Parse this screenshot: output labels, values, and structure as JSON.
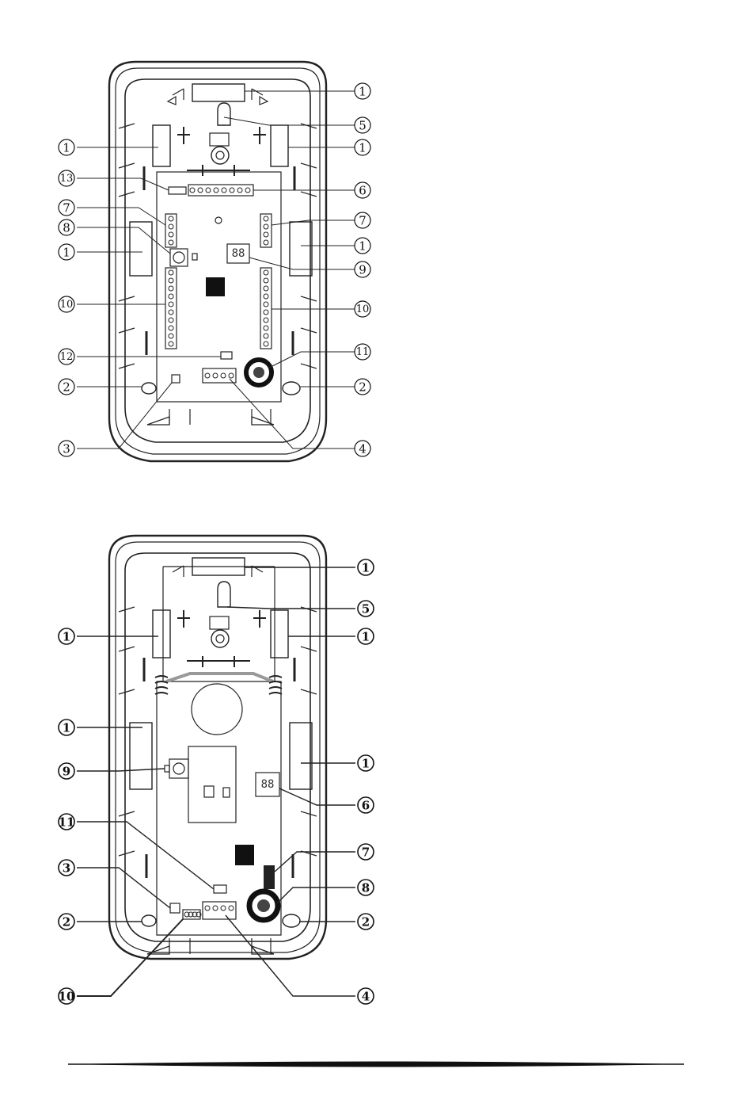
{
  "diagram1": {
    "display": "88",
    "callouts": [
      {
        "label": "1"
      },
      {
        "label": "5"
      },
      {
        "label": "1"
      },
      {
        "label": "1"
      },
      {
        "label": "13"
      },
      {
        "label": "6"
      },
      {
        "label": "7"
      },
      {
        "label": "7"
      },
      {
        "label": "8"
      },
      {
        "label": "1"
      },
      {
        "label": "1"
      },
      {
        "label": "9"
      },
      {
        "label": "10"
      },
      {
        "label": "10"
      },
      {
        "label": "12"
      },
      {
        "label": "11"
      },
      {
        "label": "2"
      },
      {
        "label": "2"
      },
      {
        "label": "3"
      },
      {
        "label": "4"
      }
    ]
  },
  "diagram2": {
    "display": "88",
    "callouts": [
      {
        "label": "1"
      },
      {
        "label": "5"
      },
      {
        "label": "1"
      },
      {
        "label": "1"
      },
      {
        "label": "1"
      },
      {
        "label": "1"
      },
      {
        "label": "9"
      },
      {
        "label": "6"
      },
      {
        "label": "11"
      },
      {
        "label": "7"
      },
      {
        "label": "3"
      },
      {
        "label": "8"
      },
      {
        "label": "2"
      },
      {
        "label": "2"
      },
      {
        "label": "10"
      },
      {
        "label": "4"
      }
    ]
  }
}
